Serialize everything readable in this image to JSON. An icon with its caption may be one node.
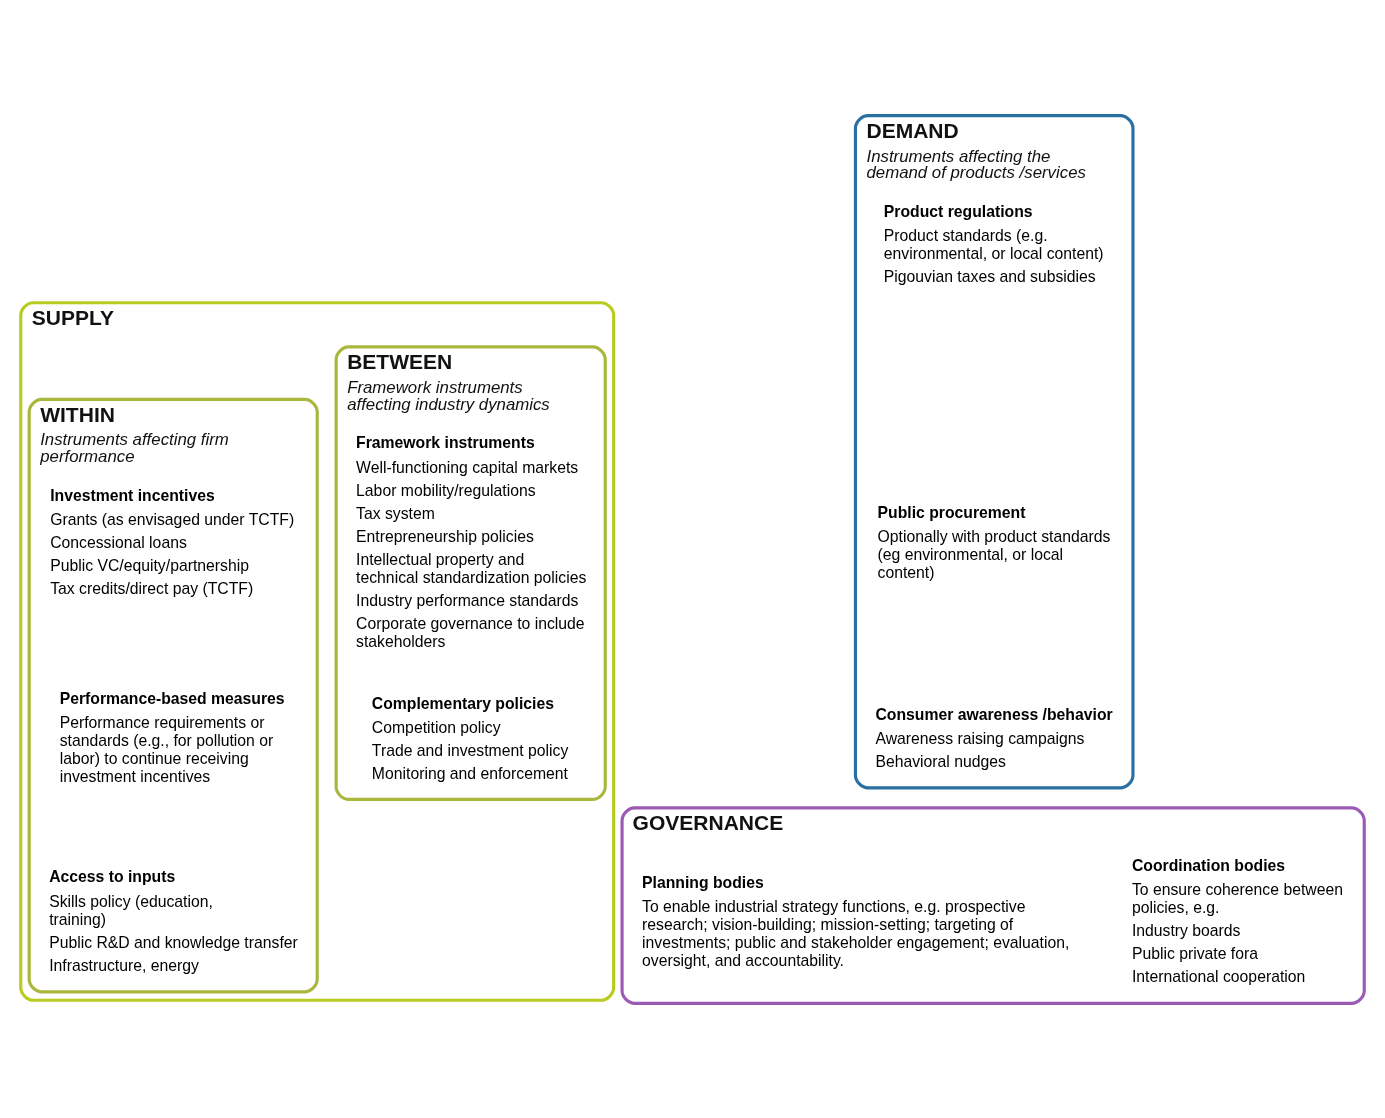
{
  "diagram": {
    "nodes": [
      {
        "text": [
          "SUPPLY"
        ]
      },
      {
        "text": [
          "WITHIN",
          "Instruments affecting firm performance"
        ],
        "in": 0
      },
      {
        "text": [
          "Investment incentives",
          "Grants (as envisaged under TCTF)",
          "Concessional loans",
          "Public VC/equity/partnership",
          "Tax credits/direct pay (TCTF)"
        ],
        "in": 1
      },
      {
        "text": [
          "Performance-based measures",
          "Performance requirements or standards (e.g., for pollution or labor) to continue receiving investment incentives"
        ],
        "in": 1
      },
      {
        "text": [
          "Access to inputs",
          "Skills policy (education, training)",
          "Public R&D and knowledge transfer",
          "Infrastructure, energy"
        ],
        "in": 1
      },
      {
        "text": [
          "BETWEEN",
          "Framework instruments affecting industry dynamics"
        ],
        "in": 0
      },
      {
        "text": [
          "Framework instruments",
          "Well-functioning capital markets",
          "Labor mobility/regulations",
          "Tax system",
          "Entrepreneurship policies",
          "Intellectual property and technical standardization policies",
          "Industry performance standards",
          "Corporate governance to include stakeholders"
        ],
        "in": 5
      },
      {
        "text": [
          "Complementary policies",
          "Competition policy",
          "Trade and investment policy",
          "Monitoring and enforcement"
        ],
        "in": 5
      },
      {
        "text": [
          "DEMAND",
          "Instruments affecting the demand of products /services"
        ]
      },
      {
        "text": [
          "Product regulations",
          "Product standards (e.g. environmental, or local content)",
          "Pigouvian taxes and subsidies"
        ],
        "in": 8
      },
      {
        "text": [
          "Public procurement",
          "Optionally with product standards (eg environmental, or local content)"
        ],
        "in": 8
      },
      {
        "text": [
          "Consumer awareness /behavior",
          "Awareness raising campaigns",
          "Behavioral nudges"
        ],
        "in": 8
      },
      {
        "text": [
          "GOVERNANCE"
        ]
      },
      {
        "text": [
          "Coordination bodies",
          "To ensure coherence between policies, e.g.",
          "Industry boards",
          "Public private fora",
          "International cooperation"
        ],
        "in": 12
      },
      {
        "text": [
          "Planning bodies",
          "To enable industrial strategy functions, e.g. prospective research; vision-building; mission-setting; targeting of investments; public and stakeholder engagement; evaluation, oversight, and accountability."
        ],
        "in": 12
      }
    ],
    "edges": []
  }
}
